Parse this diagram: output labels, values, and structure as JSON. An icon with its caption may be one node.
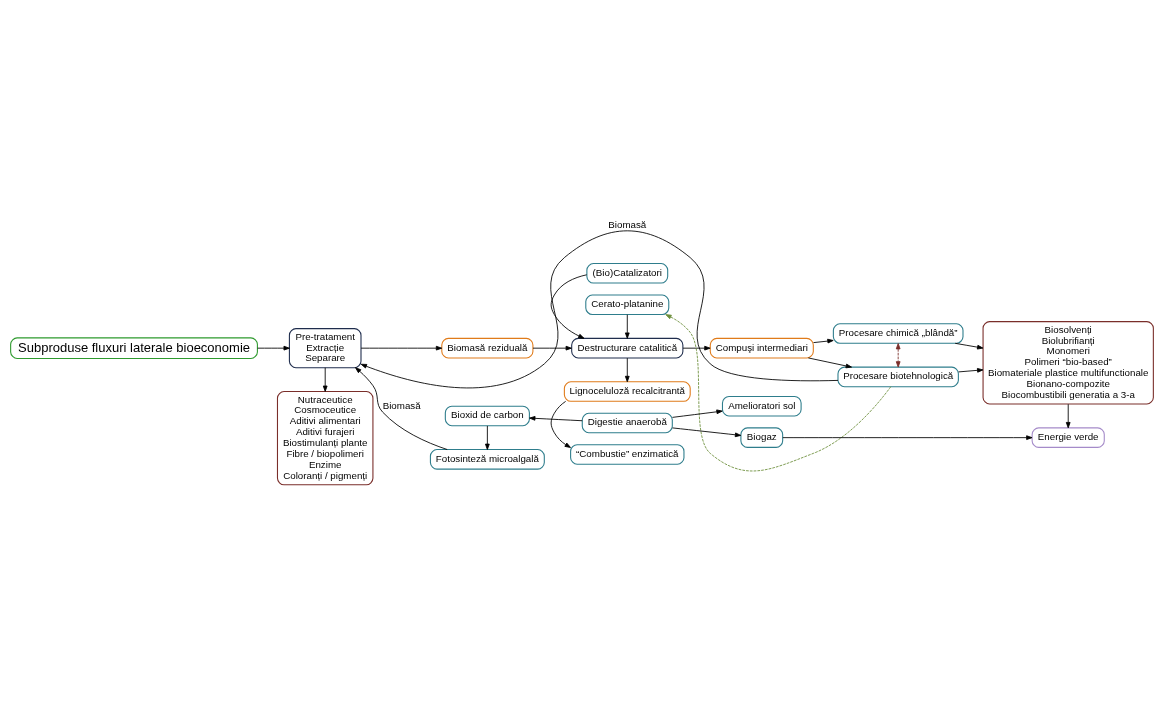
{
  "diagram": {
    "nodes": [
      {
        "text": [
          "Subproduse fluxuri laterale bioeconomie"
        ]
      },
      {
        "text": [
          "Pre-tratament",
          "Extracție",
          "Separare"
        ]
      },
      {
        "text": [
          "Biomasă reziduală"
        ]
      },
      {
        "text": [
          "(Bio)Catalizatori"
        ]
      },
      {
        "text": [
          "Cerato-platanine"
        ]
      },
      {
        "text": [
          "Destructurare catalitică"
        ]
      },
      {
        "text": [
          "Compuşi intermediari"
        ]
      },
      {
        "text": [
          "Procesare biotehnologică"
        ]
      },
      {
        "text": [
          "Procesare chimică „blândă”"
        ]
      },
      {
        "text": [
          "Biosolvenți",
          "Biolubrifianți",
          "Monomeri",
          "Polimeri “bio-based”",
          "Biomateriale plastice multifunctionale",
          "Bionano-compozite",
          "Biocombustibili generatia a 3-a"
        ]
      },
      {
        "text": [
          "Fotosinteză microalgală"
        ]
      },
      {
        "text": [
          "Lignoceluloză recalcitrantă"
        ]
      },
      {
        "text": [
          "Nutraceutice",
          "Cosmoceutice",
          "Aditivi alimentari",
          "Aditivi furajeri",
          "Biostimulanți plante",
          "Fibre / biopolimeri",
          "Enzime",
          "Coloranți / pigmenți"
        ]
      },
      {
        "text": [
          "“Combustie” enzimatică"
        ]
      },
      {
        "text": [
          "Digestie anaerobă"
        ]
      },
      {
        "text": [
          "Amelioratori sol"
        ]
      },
      {
        "text": [
          "Bioxid de carbon"
        ]
      },
      {
        "text": [
          "Biogaz"
        ]
      },
      {
        "text": [
          "Energie verde"
        ]
      }
    ],
    "edges": [
      {
        "from": 0,
        "to": 1,
        "arrow": "to"
      },
      {
        "from": 1,
        "to": 2,
        "arrow": "to"
      },
      {
        "from": 2,
        "to": 5,
        "arrow": "to"
      },
      {
        "from": 3,
        "to": 5,
        "arrow": "to"
      },
      {
        "from": 4,
        "to": 5,
        "arrow": "to"
      },
      {
        "from": 5,
        "to": 6,
        "arrow": "to"
      },
      {
        "from": 5,
        "to": 11,
        "arrow": "to"
      },
      {
        "from": 6,
        "to": 7,
        "arrow": "to"
      },
      {
        "from": 6,
        "to": 8,
        "arrow": "to"
      },
      {
        "from": 7,
        "to": 9,
        "arrow": "to"
      },
      {
        "from": 8,
        "to": 9,
        "arrow": "to"
      },
      {
        "from": 7,
        "to": 1,
        "arrow": "to",
        "label": "Biomasă"
      },
      {
        "from": 10,
        "to": 1,
        "arrow": "to",
        "label": "Biomasă"
      },
      {
        "from": 1,
        "to": 12,
        "arrow": "to"
      },
      {
        "from": 7,
        "to": 4,
        "arrow": "to",
        "style": "dashed",
        "color": "#6b8e3a"
      },
      {
        "from": 8,
        "to": 7,
        "arrow": "both",
        "style": "dashed",
        "color": "#7a2e2a"
      },
      {
        "from": 11,
        "to": 13,
        "arrow": "to"
      },
      {
        "from": 14,
        "to": 15,
        "arrow": "to"
      },
      {
        "from": 14,
        "to": 16,
        "arrow": "to"
      },
      {
        "from": 14,
        "to": 17,
        "arrow": "to"
      },
      {
        "from": 16,
        "to": 10,
        "arrow": "to"
      },
      {
        "from": 17,
        "to": 18,
        "arrow": "to"
      },
      {
        "from": 9,
        "to": 18,
        "arrow": "to"
      }
    ]
  }
}
